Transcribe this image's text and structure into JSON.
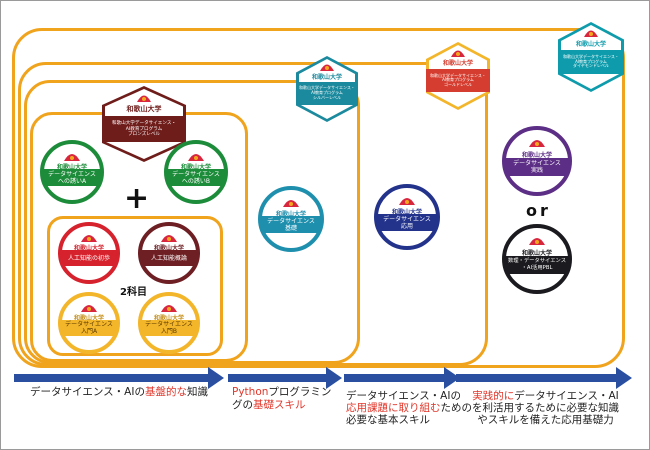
{
  "colors": {
    "frame": "#f0a31d",
    "arrow": "#2a4fa0",
    "emphasis": "#e0362a",
    "bronze": "#6f1d1b",
    "silver": "#1c8a9e",
    "gold": "#d43d2f",
    "diamond": "#0e9cac",
    "green": "#1d8c3a",
    "red": "#d6222d",
    "maroon": "#6d1f23",
    "yellow": "#f3b52a",
    "teal": "#1f8fae",
    "navy": "#23338c",
    "purple": "#5c2e86",
    "black": "#1b1b1f"
  },
  "badges": {
    "bronze": {
      "univ": "和歌山大学",
      "line1": "和歌山大学データサイエンス・",
      "line2": "AI教育プログラム",
      "line3": "ブロンズレベル"
    },
    "silver": {
      "univ": "和歌山大学",
      "line1": "和歌山大学データサイエンス・",
      "line2": "AI教育プログラム",
      "line3": "シルバーレベル"
    },
    "gold": {
      "univ": "和歌山大学",
      "line1": "和歌山大学データサイエンス・",
      "line2": "AI教育プログラム",
      "line3": "ゴールドレベル"
    },
    "diamond": {
      "univ": "和歌山大学",
      "line1": "和歌山大学データサイエンス・",
      "line2": "AI教育プログラム",
      "line3": "ダイヤモンドレベル"
    }
  },
  "courses": {
    "intro_a": {
      "univ": "和歌山大学",
      "line1": "データサイエンス",
      "line2": "への誘いA"
    },
    "intro_b": {
      "univ": "和歌山大学",
      "line1": "データサイエンス",
      "line2": "への誘いB"
    },
    "ai_first": {
      "univ": "和歌山大学",
      "line1": "人工知能の初歩",
      "line2": ""
    },
    "ai_overview": {
      "univ": "和歌山大学",
      "line1": "人工知能概論",
      "line2": ""
    },
    "ds_intro_a": {
      "univ": "和歌山大学",
      "line1": "データサイエンス",
      "line2": "入門A"
    },
    "ds_intro_b": {
      "univ": "和歌山大学",
      "line1": "データサイエンス",
      "line2": "入門B"
    },
    "ds_basic": {
      "univ": "和歌山大学",
      "line1": "データサイエンス",
      "line2": "基礎"
    },
    "ds_applied": {
      "univ": "和歌山大学",
      "line1": "データサイエンス",
      "line2": "応用"
    },
    "ds_practice": {
      "univ": "和歌山大学",
      "line1": "データサイエンス",
      "line2": "実践"
    },
    "math_pbl": {
      "univ": "和歌山大学",
      "line1": "数理・データサイエンス",
      "line2": "・AI活用PBL"
    }
  },
  "symbols": {
    "plus": "+",
    "two_subjects": "2科目",
    "or": "or"
  },
  "captions": {
    "c1": {
      "a": "データサイエンス・AIの",
      "b": "基盤的な",
      "c": "知識"
    },
    "c2": {
      "a": "Python",
      "b": "プログラミン",
      "c": "グの",
      "d": "基礎スキル"
    },
    "c3": {
      "a": "データサイエンス・AIの",
      "b": "応用課題に取り組む",
      "c": "ための",
      "d": "必要な基本スキル"
    },
    "c4": {
      "a": "実践的に",
      "b": "データサイエンス・AI",
      "c": "を利活用するために必要な知識",
      "d": "やスキルを備えた応用基礎力"
    }
  }
}
